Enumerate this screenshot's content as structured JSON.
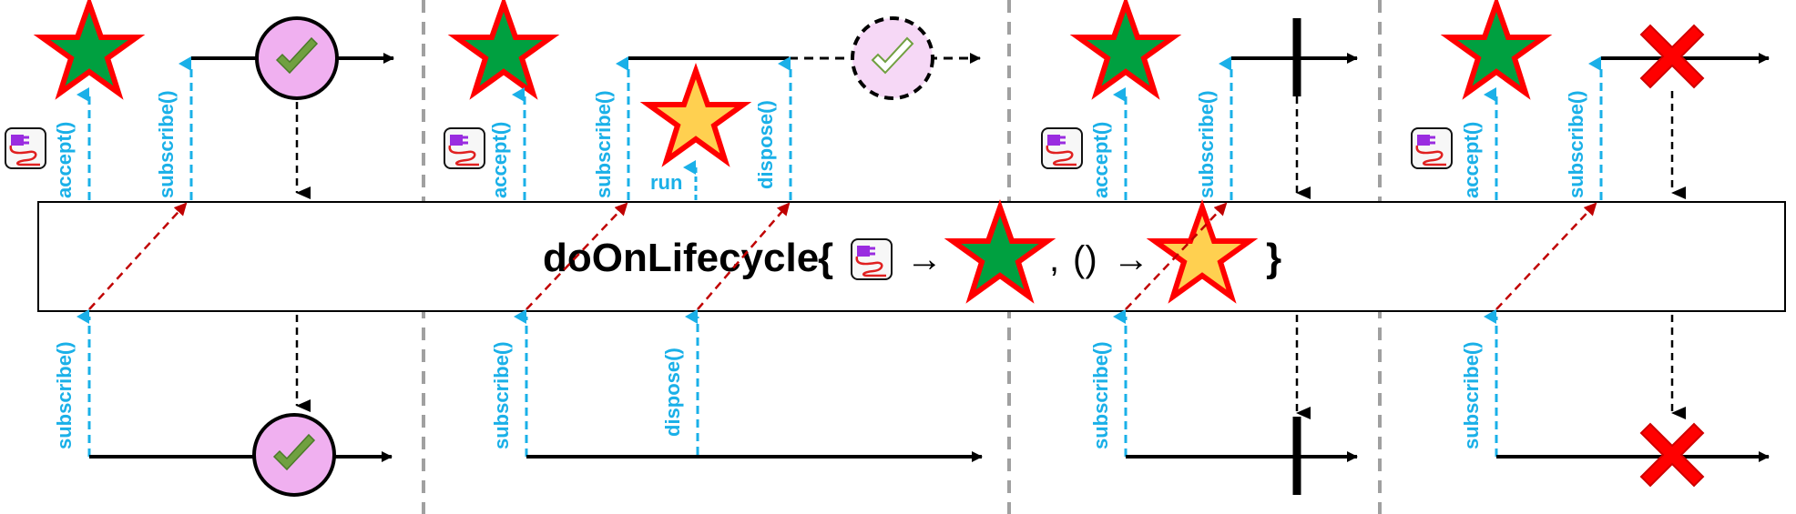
{
  "operator": {
    "name": "doOnLifecycle",
    "open_brace": "{",
    "close_brace": "}",
    "arrow_1": "→",
    "separator": ",",
    "parens": "()",
    "arrow_2": "→"
  },
  "labels": {
    "accept": "accept()",
    "subscribe": "subscribe()",
    "dispose": "dispose()",
    "run": "run"
  },
  "icons": {
    "callback_star": "star-green-icon",
    "action_star": "star-yellow-icon",
    "consumer": "plug-icon",
    "complete": "checkmark-circle-icon",
    "complete_disposed": "dashed-checkmark-circle-icon",
    "error": "red-x-icon",
    "terminate": "vertical-bar-icon"
  },
  "colors": {
    "upstream_arrow": "#1ab0e8",
    "mapping_arrow": "#c00000",
    "star_green": "#00a040",
    "star_yellow": "#ffd050",
    "star_outline": "#ff0000",
    "complete_fill": "#f0b0f0",
    "check": "#70a040",
    "error_x": "#ff0000",
    "divider": "#a0a0a0"
  }
}
